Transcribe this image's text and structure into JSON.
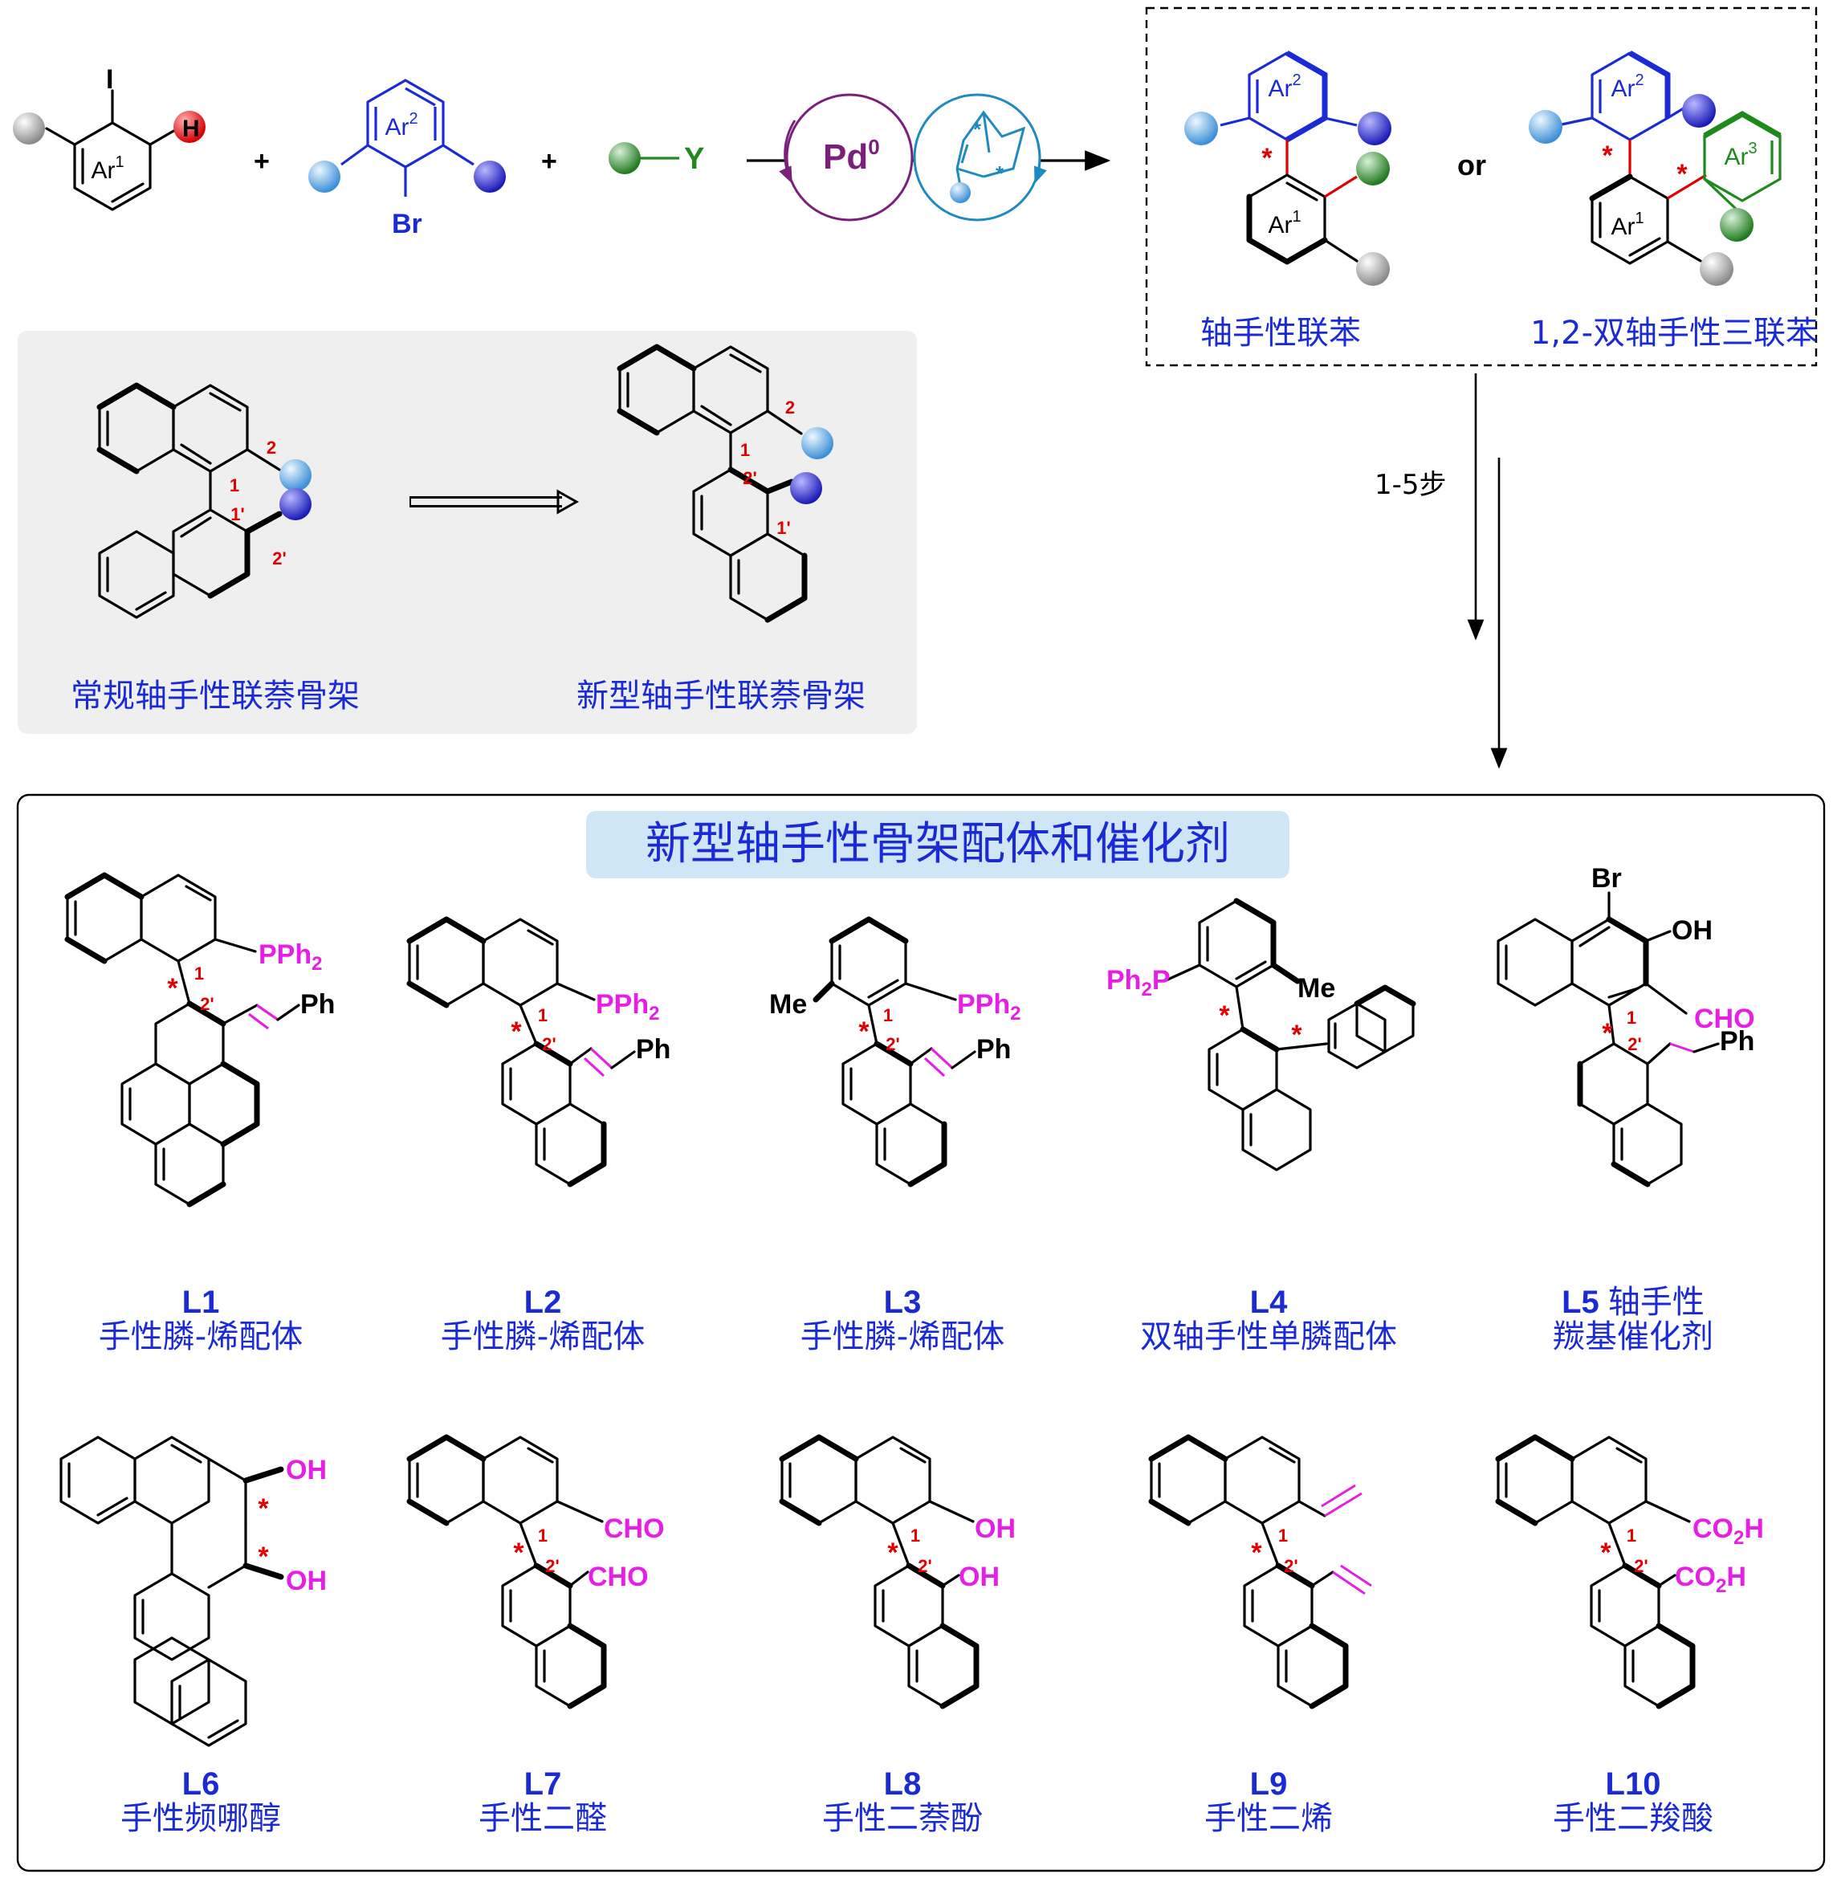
{
  "scheme": {
    "reactant1": {
      "atom_top": "I",
      "atom_h": "H",
      "ring_label": "Ar",
      "ring_sup": "1"
    },
    "plus": "+",
    "reactant2": {
      "ring_label": "Ar",
      "ring_sup": "2",
      "atom_bottom": "Br"
    },
    "reactant3": {
      "group": "Y"
    },
    "catalyst": {
      "metal": "Pd",
      "metal_sup": "0"
    },
    "product_box": {
      "biaryl_caption": "轴手性联苯",
      "or_text": "or",
      "terphenyl_caption": "1,2-双轴手性三联苯",
      "ring_ar1": "Ar",
      "sup_1": "1",
      "ring_ar2": "Ar",
      "sup_2": "2",
      "ring_ar3": "Ar",
      "sup_3": "3"
    },
    "steps_label": "1-5步"
  },
  "skeleton_panel": {
    "left_caption": "常规轴手性联萘骨架",
    "right_caption": "新型轴手性联萘骨架",
    "locants": {
      "c1": "1",
      "c2": "2",
      "c1p": "1'",
      "c2p": "2'"
    }
  },
  "ligand_panel": {
    "title": "新型轴手性骨架配体和催化剂",
    "items": [
      {
        "id": "L1",
        "desc": "手性膦-烯配体"
      },
      {
        "id": "L2",
        "desc": "手性膦-烯配体"
      },
      {
        "id": "L3",
        "desc": "手性膦-烯配体"
      },
      {
        "id": "L4",
        "desc": "双轴手性单膦配体"
      },
      {
        "id": "L5",
        "desc_line1": "轴手性",
        "desc_line2": "羰基催化剂"
      },
      {
        "id": "L6",
        "desc": "手性频哪醇"
      },
      {
        "id": "L7",
        "desc": "手性二醛"
      },
      {
        "id": "L8",
        "desc": "手性二萘酚"
      },
      {
        "id": "L9",
        "desc": "手性二烯"
      },
      {
        "id": "L10",
        "desc": "手性二羧酸"
      }
    ],
    "groups": {
      "pph2": "PPh",
      "ph2p": "Ph",
      "ph2p_p": "P",
      "sub2": "2",
      "ph": "Ph",
      "me": "Me",
      "br": "Br",
      "oh": "OH",
      "cho": "CHO",
      "co2h_a": "CO",
      "co2h_b": "H",
      "star": "*"
    }
  },
  "colors": {
    "caption_blue": "#1a2bd6",
    "locant_red": "#e00000",
    "group_magenta": "#e61ee6",
    "ar2_blue": "#1a2bd6",
    "y_green": "#1e8a1e",
    "pd_purple": "#7a1f7a",
    "nbe_cyan": "#1d8ac0",
    "panel_gray": "#efefef",
    "title_bg": "#cfe6f7"
  }
}
